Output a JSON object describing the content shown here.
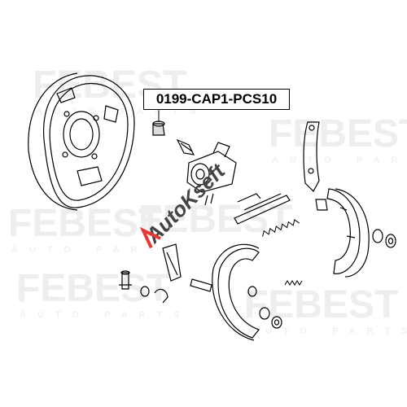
{
  "part_label": "0199-CAP1-PCS10",
  "watermark": {
    "brand": "FEBEST",
    "sub": "AUTO PARTS",
    "seller": "AutoKseft"
  },
  "colors": {
    "line": "#000000",
    "watermark": "#eeeeee",
    "seller_red": "#e53935",
    "seller_gray": "#444444"
  }
}
